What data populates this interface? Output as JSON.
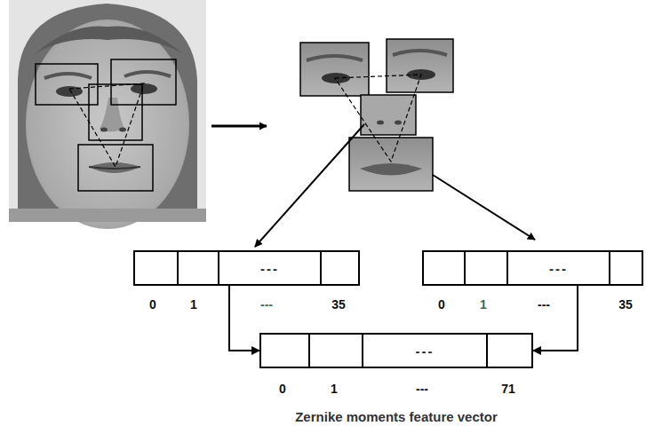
{
  "diagram": {
    "caption": "Zernike moments feature vector",
    "nodes": [
      {
        "text": [
          "---"
        ]
      },
      {
        "text": [
          "---"
        ]
      },
      {
        "text": [
          "---"
        ]
      }
    ],
    "edges": [
      {
        "from": 0,
        "to": 2,
        "arrow": "to"
      },
      {
        "from": 1,
        "to": 2,
        "arrow": "to"
      }
    ],
    "labels": [
      "0",
      "1",
      "---",
      "35",
      "0",
      "1",
      "---",
      "35",
      "0",
      "1",
      "---",
      "71"
    ]
  }
}
